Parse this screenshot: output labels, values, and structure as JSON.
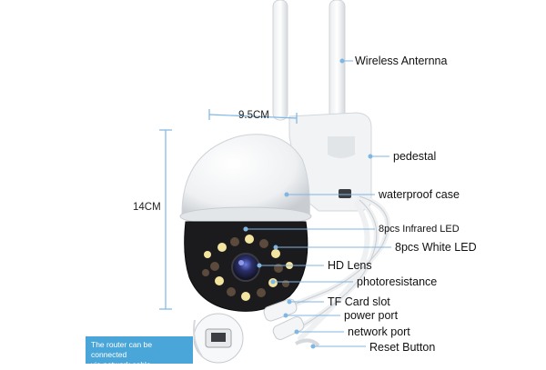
{
  "dimensions": {
    "width_label": "9.5CM",
    "height_label": "14CM"
  },
  "callouts": [
    "Wireless Anternna",
    "pedestal",
    "waterproof case",
    "8pcs Infrared LED",
    "8pcs White LED",
    "HD Lens",
    "photoresistance",
    "TF Card slot",
    "power port",
    "network port",
    "Reset Button"
  ],
  "cable_note": {
    "line1": "The router can be connected",
    "line2": "via network cable"
  },
  "colors": {
    "dimension_line": "#7fb6e3",
    "callout_line": "#7fb6e3",
    "note_bg": "#4aa6d8",
    "case_white": "#f2f3f4",
    "lens_black": "#1b1b1d",
    "led_white": "#f3e4a0",
    "led_ir": "#5c4b3d"
  }
}
